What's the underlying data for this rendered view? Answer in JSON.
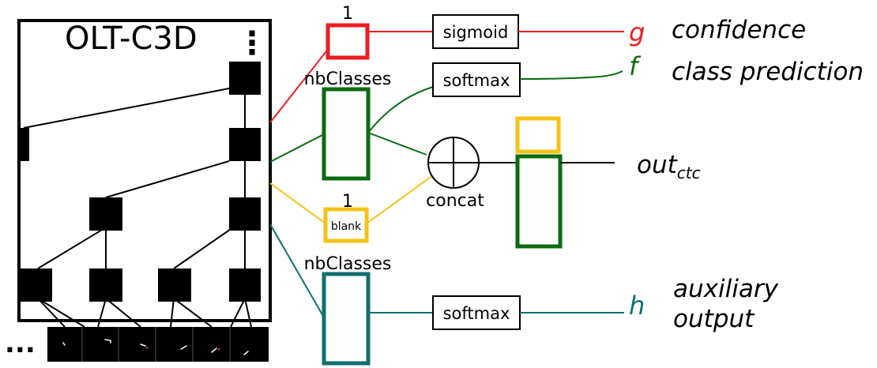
{
  "network": {
    "title": "OLT-C3D",
    "dots_vertical": "⋮",
    "dots_horizontal": "..."
  },
  "heads": {
    "confidence": {
      "size_label": "1",
      "activation": "sigmoid",
      "symbol": "g",
      "description": "confidence"
    },
    "class_prediction": {
      "size_label": "nbClasses",
      "activation": "softmax",
      "symbol": "f",
      "description": "class prediction"
    },
    "blank": {
      "size_label": "1",
      "box_label": "blank"
    },
    "auxiliary": {
      "size_label": "nbClasses",
      "activation": "softmax",
      "symbol": "h",
      "description_line1": "auxiliary",
      "description_line2": "output"
    },
    "concat": {
      "label": "concat"
    },
    "ctc": {
      "output_main": "out",
      "output_sub": "ctc"
    }
  },
  "colors": {
    "red": "#ee1c23",
    "green": "#0b6b12",
    "yellow": "#f4c316",
    "teal": "#10706e",
    "black": "#000000"
  }
}
